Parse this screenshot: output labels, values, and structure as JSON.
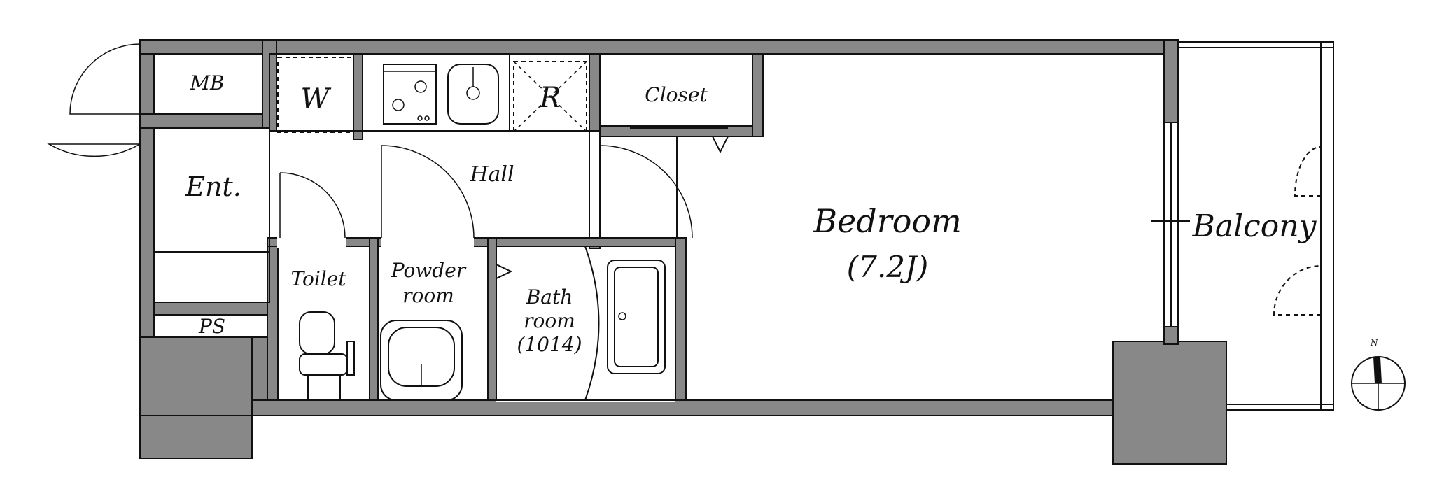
{
  "rooms": {
    "mb": "MB",
    "washer": "W",
    "refrigerator": "R",
    "closet": "Closet",
    "entrance": "Ent.",
    "hall": "Hall",
    "bedroom": "Bedroom",
    "bedroom_size": "(7.2J)",
    "balcony": "Balcony",
    "toilet": "Toilet",
    "powder_room_1": "Powder",
    "powder_room_2": "room",
    "bath_room_1": "Bath",
    "bath_room_2": "room",
    "bath_room_3": "(1014)",
    "ps": "PS"
  },
  "compass": {
    "north": "N"
  },
  "colors": {
    "wall": "#888888",
    "line": "#111111",
    "background": "#ffffff"
  }
}
